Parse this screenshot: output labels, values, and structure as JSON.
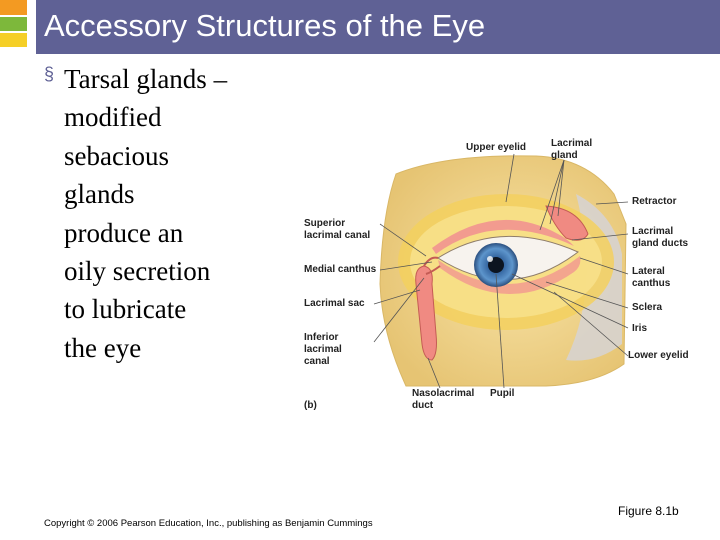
{
  "slide": {
    "title": "Accessory Structures of the Eye",
    "bullet_marker": "§",
    "bullet_lines": [
      "Tarsal glands –",
      "modified",
      "sebacious",
      "glands",
      "produce an",
      "oily secretion",
      "to lubricate",
      "the eye"
    ]
  },
  "figure": {
    "panel_label": "(b)",
    "labels": {
      "upper_eyelid": "Upper eyelid",
      "lacrimal_gland_1": "Lacrimal",
      "lacrimal_gland_2": "gland",
      "retractor": "Retractor",
      "lacrimal_ducts_1": "Lacrimal",
      "lacrimal_ducts_2": "gland ducts",
      "lateral_canthus_1": "Lateral",
      "lateral_canthus_2": "canthus",
      "sclera": "Sclera",
      "iris": "Iris",
      "lower_eyelid": "Lower eyelid",
      "superior_canal_1": "Superior",
      "superior_canal_2": "lacrimal canal",
      "medial_canthus": "Medial canthus",
      "lacrimal_sac": "Lacrimal sac",
      "inferior_canal_1": "Inferior",
      "inferior_canal_2": "lacrimal",
      "inferior_canal_3": "canal",
      "nasolacrimal_1": "Nasolacrimal",
      "nasolacrimal_2": "duct",
      "pupil": "Pupil"
    }
  },
  "caption": "Figure 8.1b",
  "copyright": "Copyright © 2006 Pearson Education, Inc., publishing as Benjamin Cummings",
  "colors": {
    "title_bar": "#5f6195",
    "deco_orange": "#f39a22",
    "deco_green": "#7db83b",
    "deco_yellow": "#f5cf27",
    "skin": "#f3d98a",
    "gland_pink": "#f08a82",
    "iris_blue": "#4f86c0"
  }
}
